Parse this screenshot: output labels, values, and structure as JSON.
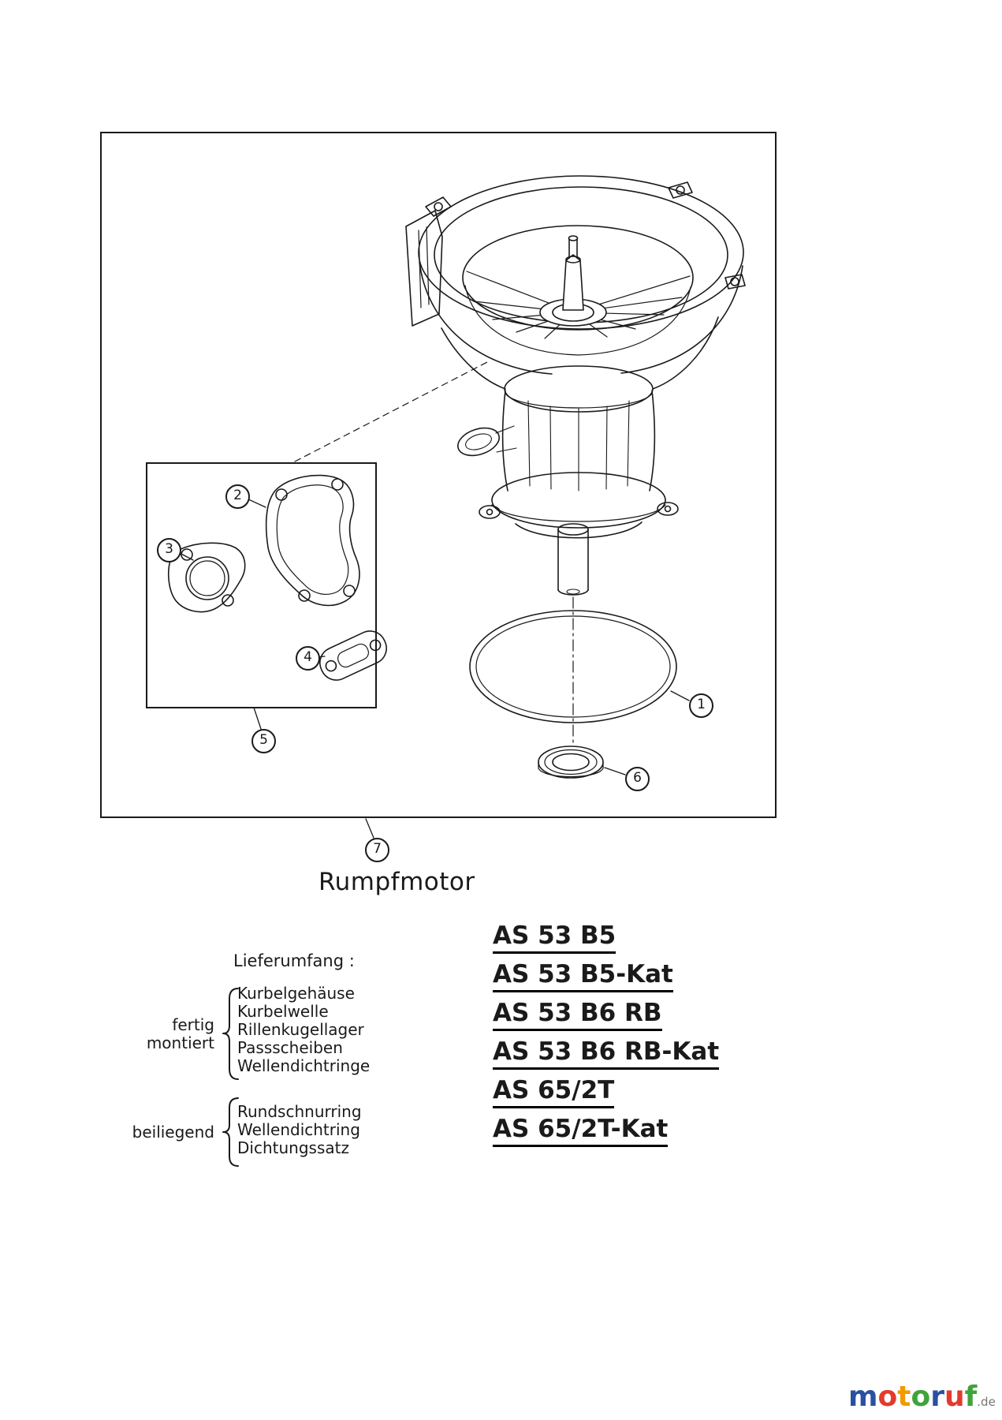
{
  "frame": {
    "caption": "Rumpfmotor"
  },
  "callouts": [
    "1",
    "2",
    "3",
    "4",
    "5",
    "6",
    "7"
  ],
  "delivery": {
    "title": "Lieferumfang :",
    "groups": [
      {
        "label_lines": [
          "fertig",
          "montiert"
        ],
        "items": [
          "Kurbelgehäuse",
          "Kurbelwelle",
          "Rillenkugellager",
          "Passscheiben",
          "Wellendichtringe"
        ]
      },
      {
        "label_lines": [
          "beiliegend",
          ""
        ],
        "items": [
          "Rundschnurring",
          "Wellendichtring",
          "Dichtungssatz"
        ]
      }
    ]
  },
  "models": [
    "AS 53 B5",
    "AS 53 B5-Kat",
    "AS 53 B6 RB",
    "AS 53 B6 RB-Kat",
    "AS 65/2T",
    "AS 65/2T-Kat"
  ],
  "logo": {
    "letters": [
      "m",
      "o",
      "t",
      "o",
      "r",
      "u",
      "f"
    ],
    "suffix": ".de",
    "colors": [
      "#2b50a1",
      "#e23b2e",
      "#f19a00",
      "#3fa33c",
      "#2b50a1",
      "#e23b2e",
      "#3fa33c"
    ]
  }
}
